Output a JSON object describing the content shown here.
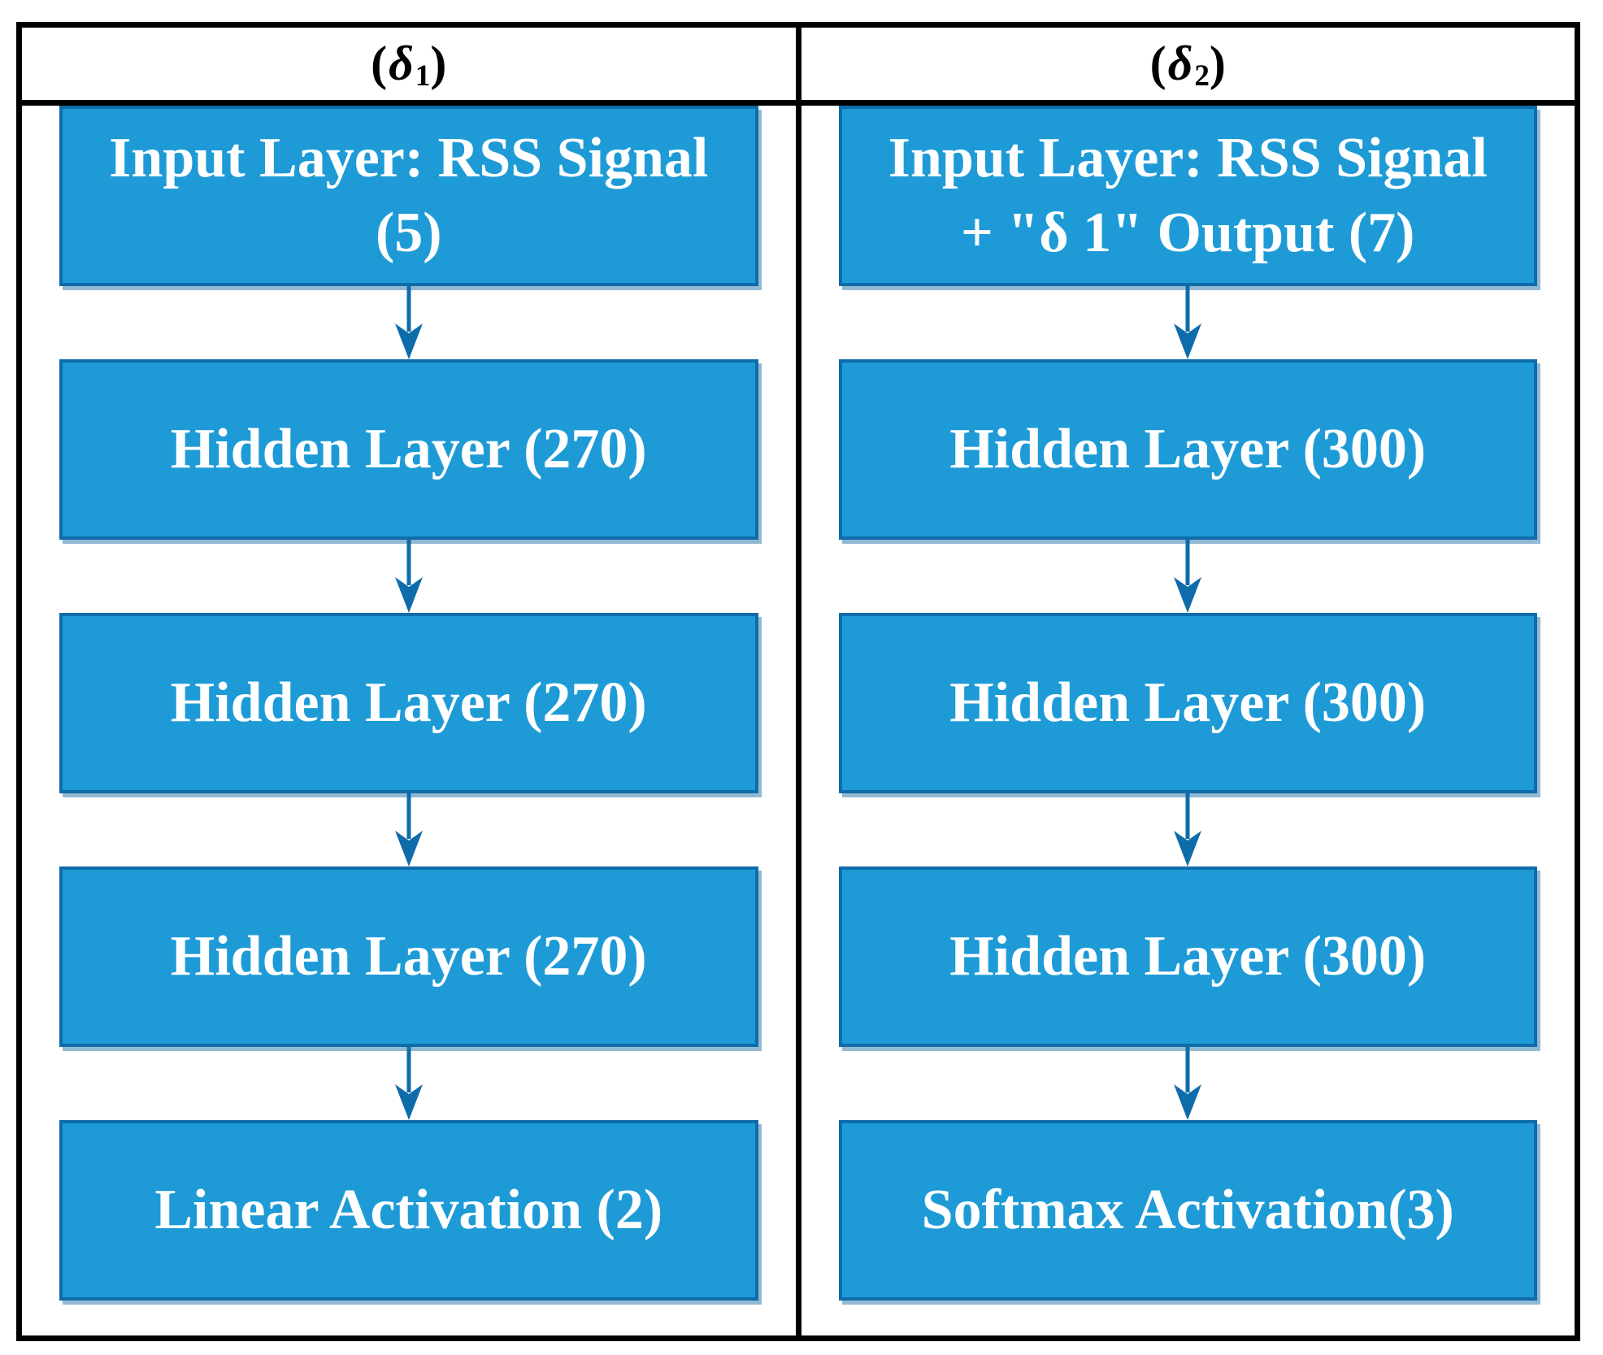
{
  "colors": {
    "box_fill": "#1E9BD7",
    "box_border": "#0F6CAB",
    "arrow": "#0F6CAB",
    "frame": "#000000",
    "box_text": "#FFFFFF",
    "header_text": "#000000"
  },
  "columns": [
    {
      "header": {
        "open": "(",
        "symbol": "δ",
        "subscript": "1",
        "close": ")"
      },
      "boxes": [
        {
          "lines": [
            "Input Layer: RSS Signal",
            "(5)"
          ]
        },
        {
          "lines": [
            "Hidden Layer (270)"
          ]
        },
        {
          "lines": [
            "Hidden Layer (270)"
          ]
        },
        {
          "lines": [
            "Hidden Layer (270)"
          ]
        },
        {
          "lines": [
            "Linear Activation (2)"
          ]
        }
      ]
    },
    {
      "header": {
        "open": "(",
        "symbol": "δ",
        "subscript": "2",
        "close": ")"
      },
      "boxes": [
        {
          "lines": [
            "Input Layer: RSS Signal",
            "+ \"δ 1\" Output (7)"
          ]
        },
        {
          "lines": [
            "Hidden Layer (300)"
          ]
        },
        {
          "lines": [
            "Hidden Layer (300)"
          ]
        },
        {
          "lines": [
            "Hidden Layer (300)"
          ]
        },
        {
          "lines": [
            "Softmax Activation(3)"
          ]
        }
      ]
    }
  ]
}
